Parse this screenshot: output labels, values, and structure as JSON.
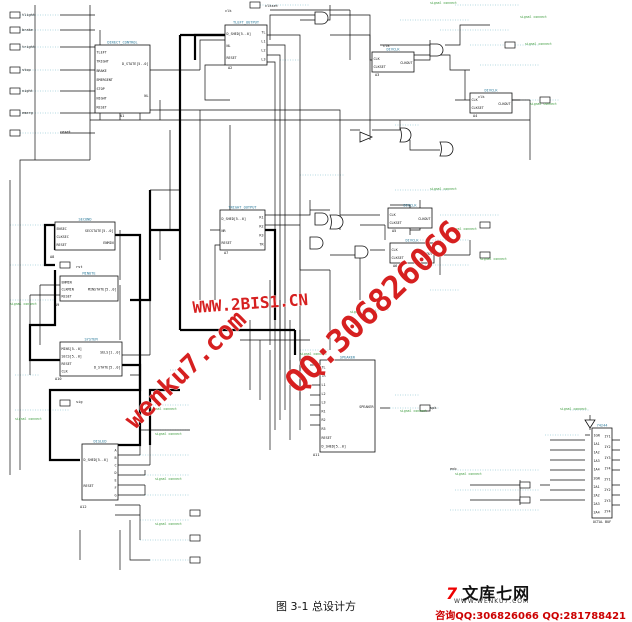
{
  "figure": {
    "caption": "图 3-1  总设计方"
  },
  "blocks": [
    {
      "id": "ctrl",
      "title": "DIRECT_CONTROL",
      "ports_left": [
        "TLEFT",
        "TRIGHT",
        "BRAKE",
        "EMERGENT",
        "STOP",
        "NIGHT",
        "RESET"
      ],
      "ports_right": [
        "D_STATE[5..0]",
        "NL"
      ]
    },
    {
      "id": "tlft",
      "title": "TLEFT_OUTPUT",
      "ports_left": [
        "D_SHED[5..0]",
        "NL",
        "RESET"
      ],
      "ports_right": [
        "TL",
        "L1",
        "L2",
        "L3"
      ]
    },
    {
      "id": "clk1",
      "title": "DIVCLK",
      "ports_left": [
        "CLK",
        "CLKSET"
      ],
      "ports_right": [
        "CLKOUT"
      ]
    },
    {
      "id": "clk2",
      "title": "DIVCLK",
      "ports_left": [
        "CLK",
        "CLKSET"
      ],
      "ports_right": [
        "CLKOUT"
      ]
    },
    {
      "id": "clk3",
      "title": "DIVCLK",
      "ports_left": [
        "CLK",
        "CLKSET"
      ],
      "ports_right": [
        "CLKOUT"
      ]
    },
    {
      "id": "clk4",
      "title": "DIVCLK",
      "ports_left": [
        "CLK",
        "CLKSET"
      ],
      "ports_right": [
        "CLKOUT"
      ]
    },
    {
      "id": "trgt",
      "title": "TRIGHT_OUTPUT",
      "ports_left": [
        "D_SHED[5..0]",
        "NR",
        "RESET"
      ],
      "ports_right": [
        "R1",
        "R2",
        "R3",
        "TR"
      ]
    },
    {
      "id": "sec",
      "title": "SECOND",
      "ports_left": [
        "ENSEC",
        "CLKSEC",
        "RESET"
      ],
      "ports_right": [
        "SECSTATE[5..0]",
        "ENMIN"
      ]
    },
    {
      "id": "min",
      "title": "MINUTE",
      "ports_left": [
        "ENMIN",
        "CLKMIN",
        "RESET"
      ],
      "ports_right": [
        "MINSTATE[5..0]"
      ]
    },
    {
      "id": "sys",
      "title": "SYSTEM",
      "ports_left": [
        "MINS[5..0]",
        "SECS[5..0]",
        "RESET",
        "CLK"
      ],
      "ports_right": [
        "SELS[1..0]",
        "D_STATE[5..0]"
      ]
    },
    {
      "id": "spk",
      "title": "SPEAKER",
      "ports_left": [
        "TL",
        "TR",
        "L1",
        "L2",
        "L3",
        "R1",
        "R2",
        "R3",
        "RESET",
        "D_SHED[5..0]"
      ],
      "ports_right": [
        "SPEAKER"
      ]
    },
    {
      "id": "dled",
      "title": "DISLED",
      "ports_left": [
        "D_SHED[5..0]",
        "RESET"
      ],
      "ports_right": [
        "A",
        "B",
        "C",
        "D",
        "E",
        "F",
        "G"
      ]
    },
    {
      "id": "ic",
      "title": "74244",
      "ports_left": [
        "1GN",
        "1A1",
        "1A2",
        "1A3",
        "1A4",
        "2GN",
        "2A1",
        "2A2",
        "2A3",
        "2A4"
      ],
      "ports_right": [
        "1Y1",
        "1Y2",
        "1Y3",
        "1Y4",
        "2Y1",
        "2Y2",
        "2Y3",
        "2Y4"
      ],
      "footer": "OCTAL BUF"
    }
  ],
  "block_labels": [
    "A1",
    "A2",
    "A3",
    "A4",
    "A5",
    "A6",
    "A7",
    "A8",
    "A9",
    "A10",
    "A11",
    "A12"
  ],
  "inputs": [
    "tlight",
    "brake",
    "tright",
    "stop",
    "night",
    "emerg"
  ],
  "pin_labels": [
    "clk",
    "reset",
    "clkset",
    "clk",
    "clk",
    "rst",
    "sig",
    "spk",
    "enb"
  ],
  "watermarks": [
    "WWW.2BIS1.CN",
    "QQ:306826066",
    "wenku7.com"
  ],
  "watermark_color": "#d62020",
  "footer": {
    "logo_mark": "7",
    "logo_text": "文库七网",
    "site": "WWW.WENKU7.COM",
    "contact": "咨询QQ:306826066 QQ:281788421"
  }
}
